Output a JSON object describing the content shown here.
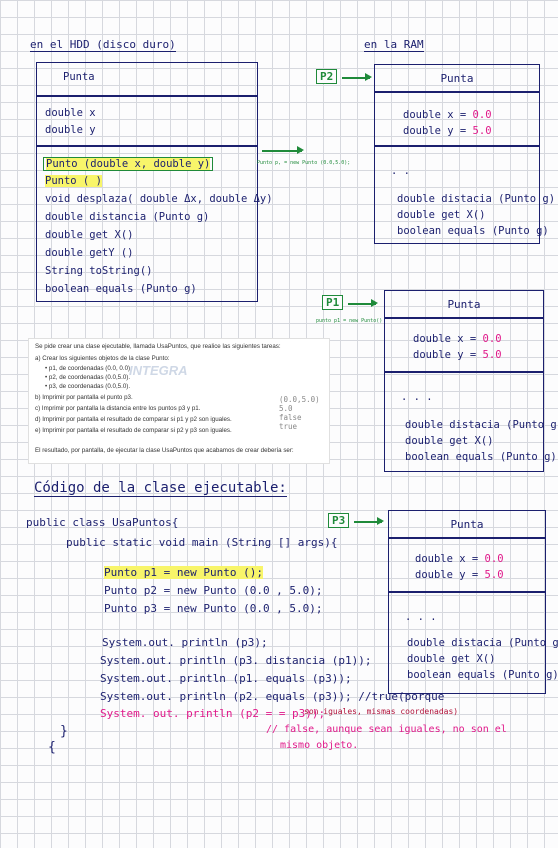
{
  "headers": {
    "hdd": "en el HDD (disco duro)",
    "ram": "en la RAM"
  },
  "uml": {
    "class_name": "Punta",
    "attributes": [
      "double x",
      "double y"
    ],
    "methods": [
      "Punto (double x, double y)",
      "Punto ( )",
      "void desplaza( double Δx, double Δy)",
      "double distancia (Punto g)",
      "double get X()",
      "double getY ()",
      "String toString()",
      "boolean equals (Punto g)"
    ],
    "constructor_note": "Punto p, = new Punto (0.0,5.0);"
  },
  "ram_objects": [
    {
      "label": "P2",
      "title": "Punta",
      "x_label": "double x =",
      "x_value": "0.0",
      "y_label": "double y =",
      "y_value": "5.0",
      "dots": ". .",
      "methods": [
        "double distacia (Punto g)",
        "double get X()",
        "boolean equals (Punto g)"
      ]
    },
    {
      "label": "P1",
      "title": "Punta",
      "note": "punto p1 = new Punto()",
      "x_label": "double x =",
      "x_value": "0.0",
      "y_label": "double y =",
      "y_value": "5.0",
      "dots": ". . .",
      "methods": [
        "double distacia (Punto g)",
        "double get X()",
        "boolean equals (Punto g)"
      ]
    },
    {
      "label": "P3",
      "title": "Punta",
      "x_label": "double x =",
      "x_value": "0.0",
      "y_label": "double y =",
      "y_value": "5.0",
      "dots": ". . .",
      "methods": [
        "double distacia (Punto g)",
        "double get X()",
        "boolean equals (Punto g)"
      ]
    }
  ],
  "exercise": {
    "intro": "Se pide crear una clase ejecutable, llamada UsaPuntos, que realice las siguientes tareas:",
    "items": [
      "a)  Crear los siguientes objetos de la clase Punto:",
      "•   p1, de coordenadas (0.0, 0.0).",
      "•   p2, de coordenadas (0.0,5.0).",
      "•   p3, de coordenadas (0.0,5.0).",
      "b)  Imprimir por pantalla el punto p3.",
      "c)  Imprimir por pantalla la distancia entre los puntos p3 y p1.",
      "d)  Imprimir por pantalla el resultado de comparar si p1 y p2 son iguales.",
      "e)  Imprimir por pantalla el resultado de comparar si p2 y p3 son iguales."
    ],
    "footer": "El resultado, por pantalla, de ejecutar la clase UsaPuntos que acabamos de crear debería ser:",
    "watermark": "INTEGRA",
    "output": [
      "(0.0,5.0)",
      "5.0",
      "false",
      "true"
    ]
  },
  "code": {
    "heading": "Código de la clase ejecutable:",
    "lines": [
      "public class UsaPuntos{",
      "public static void main (String [] args){",
      "Punto p1 = new Punto ();",
      "Punto p2 = new Punto (0.0 , 5.0);",
      "Punto p3 = new Punto (0.0 , 5.0);",
      "System.out. println (p3);",
      "System.out. println (p3. distancia (p1));",
      "System.out. println (p1. equals (p3));",
      "System.out. println (p2. equals (p3)); //true(porque",
      "System. out. println (p2 = = p3));",
      "}",
      "{"
    ],
    "note_true": "son iguales, mismas coordenadas)",
    "note_false": "// false, aunque sean iguales, no son el",
    "note_false2": "mismo objeto."
  }
}
